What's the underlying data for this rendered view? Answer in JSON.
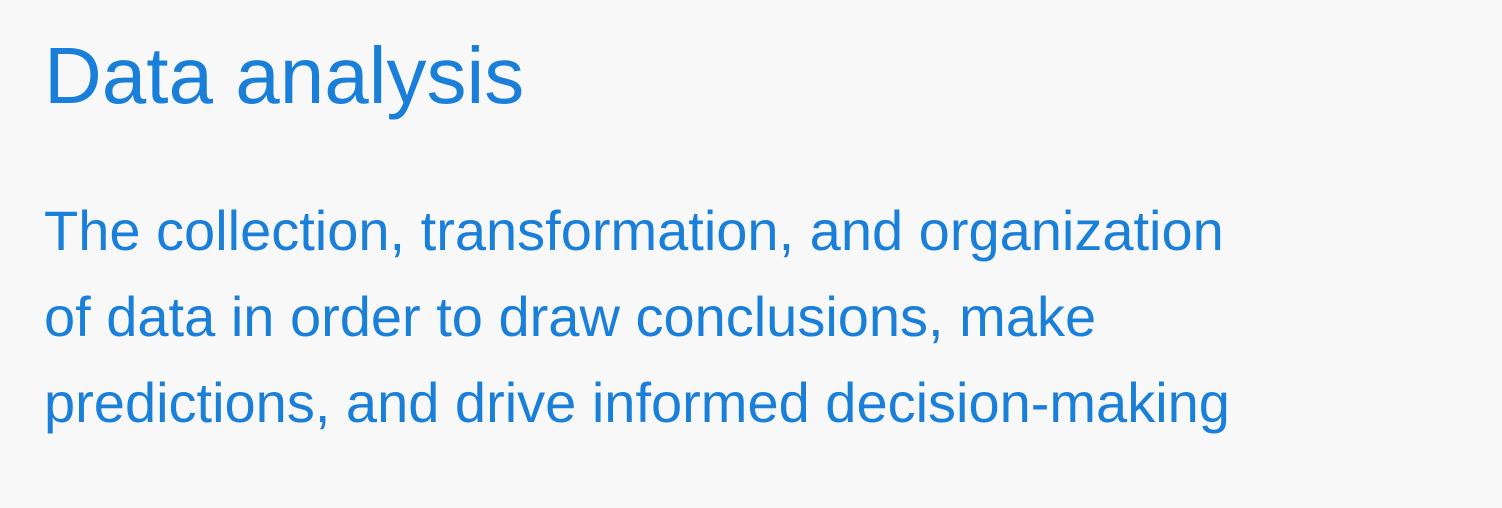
{
  "colors": {
    "background": "#f8f8f8",
    "accent": "#1a7fd9"
  },
  "slide": {
    "title": "Data analysis",
    "definition_lines": [
      "The collection, transformation, and organization",
      "of data in order to draw conclusions, make",
      "predictions, and drive informed decision-making"
    ]
  }
}
